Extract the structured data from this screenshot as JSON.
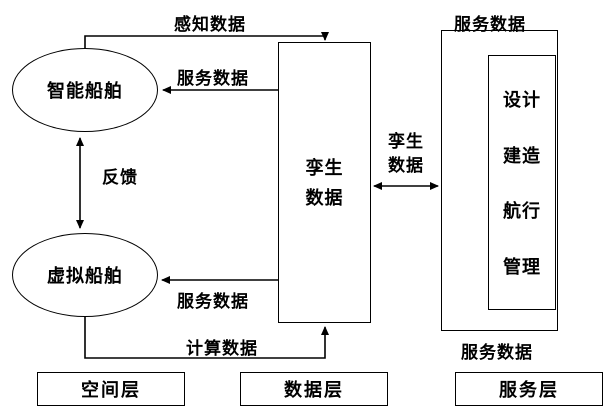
{
  "nodes": {
    "smart_ship": "智能船舶",
    "virtual_ship": "虚拟船舶",
    "twin_data_box": {
      "lines": [
        "孪生",
        "数据"
      ]
    },
    "twin_data_link": {
      "lines": [
        "孪生",
        "数据"
      ]
    },
    "service_items": [
      "设计",
      "建造",
      "航行",
      "管理"
    ]
  },
  "labels": {
    "perception_data": "感知数据",
    "service_data_top_left": "服务数据",
    "service_data_bottom_left": "服务数据",
    "service_data_top_right": "服务数据",
    "service_data_bottom_right": "服务数据",
    "computation_data": "计算数据",
    "feedback": "反馈"
  },
  "layers": {
    "space": "空间层",
    "data": "数据层",
    "service": "服务层"
  },
  "colors": {
    "stroke": "#000000",
    "background": "#ffffff",
    "text": "#000000"
  }
}
